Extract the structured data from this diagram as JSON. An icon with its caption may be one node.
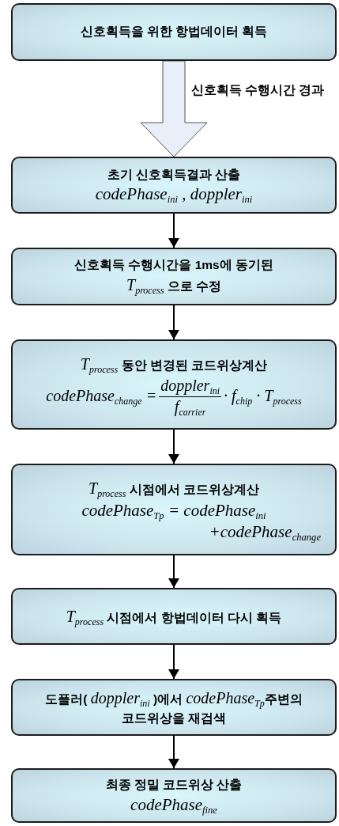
{
  "diagram": {
    "nodes": [
      {
        "text": [
          "신호획득을 위한 항법데이터 획득"
        ]
      },
      {
        "text": [
          "초기 신호획득결과 산출",
          "codePhase$_{ini}$ , doppler$_{ini}$"
        ]
      },
      {
        "text": [
          "신호획득 수행시간을 1ms에 동기된 *T*$_{process}$ 으로 수정"
        ]
      },
      {
        "text": [
          "*T*$_{process}$ 동안 변경된 코드위상계산",
          "codePhase$_{change}$ =",
          "doppler$_{ini}$",
          "f$_{carrier}$",
          "· f$_{chip}$ · T$_{process}$"
        ]
      },
      {
        "text": [
          "*T*$_{process}$ 시점에서 코드위상계산",
          "codePhase$_{Tp}$ = codePhase$_{ini}$",
          "+codePhase$_{change}$"
        ]
      },
      {
        "text": [
          "*T*$_{process}$ 시점에서 항법데이터 다시 획득"
        ]
      },
      {
        "text": [
          "도플러( *doppler*$_{ini}$ )에서 *codePhase*$_{Tp}$주변의 코드위상을 재검색"
        ]
      },
      {
        "text": [
          "최종 정밀 코드위상 산출",
          "codePhase$_{fine}$"
        ]
      }
    ],
    "edges": [
      {
        "from": 0,
        "to": 1,
        "arrow": "to",
        "style": "thick",
        "label": "신호획득 수행시간 경과"
      },
      {
        "from": 1,
        "to": 2,
        "arrow": "to"
      },
      {
        "from": 2,
        "to": 3,
        "arrow": "to"
      },
      {
        "from": 3,
        "to": 4,
        "arrow": "to"
      },
      {
        "from": 4,
        "to": 5,
        "arrow": "to"
      },
      {
        "from": 5,
        "to": 6,
        "arrow": "to"
      },
      {
        "from": 6,
        "to": 7,
        "arrow": "to"
      }
    ]
  }
}
